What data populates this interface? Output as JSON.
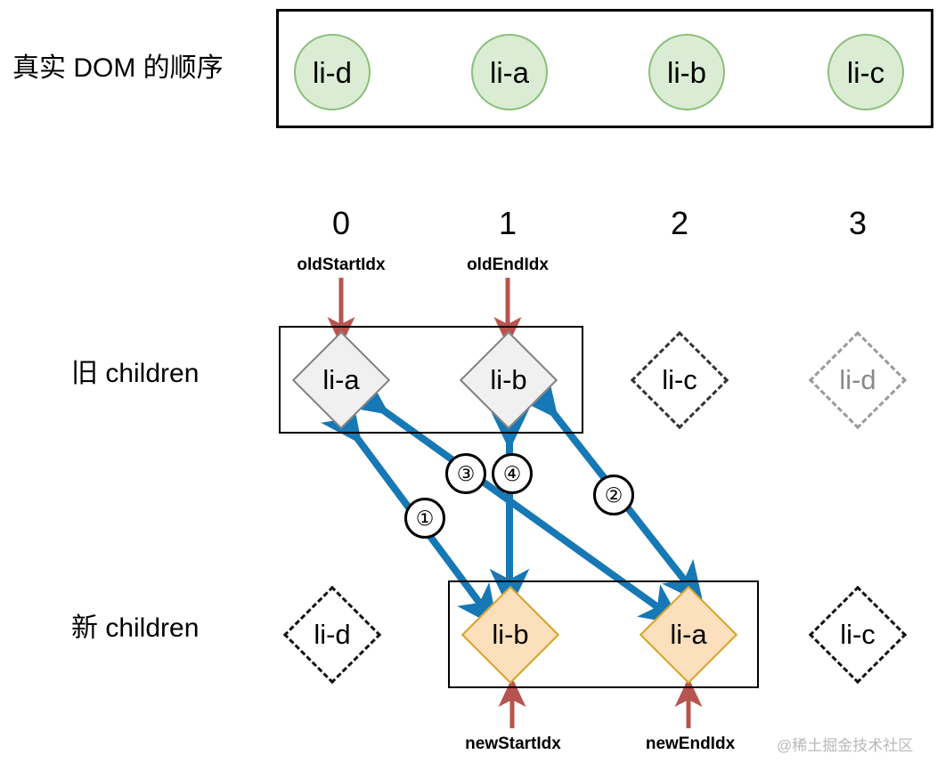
{
  "rows": {
    "dom_label": "真实 DOM 的顺序",
    "old_label": "旧 children",
    "new_label": "新 children"
  },
  "dom_order": {
    "items": [
      "li-d",
      "li-a",
      "li-b",
      "li-c"
    ]
  },
  "indices": [
    "0",
    "1",
    "2",
    "3"
  ],
  "old_children": {
    "items": [
      {
        "label": "li-a",
        "state": "active"
      },
      {
        "label": "li-b",
        "state": "active"
      },
      {
        "label": "li-c",
        "state": "ghost"
      },
      {
        "label": "li-d",
        "state": "faded"
      }
    ]
  },
  "new_children": {
    "items": [
      {
        "label": "li-d",
        "state": "ghost"
      },
      {
        "label": "li-b",
        "state": "active"
      },
      {
        "label": "li-a",
        "state": "active"
      },
      {
        "label": "li-c",
        "state": "ghost"
      }
    ]
  },
  "pointers": {
    "old_start": "oldStartIdx",
    "old_end": "oldEndIdx",
    "new_start": "newStartIdx",
    "new_end": "newEndIdx"
  },
  "steps": [
    {
      "id": "1",
      "glyph": "①",
      "from": "old li-a",
      "to": "new li-b"
    },
    {
      "id": "2",
      "glyph": "②",
      "from": "old li-b",
      "to": "new li-a"
    },
    {
      "id": "3",
      "glyph": "③",
      "from": "old li-a",
      "to": "new li-a"
    },
    {
      "id": "4",
      "glyph": "④",
      "from": "old li-b",
      "to": "new li-b"
    }
  ],
  "watermark": "@稀土掘金技术社区",
  "colors": {
    "dom_circle_fill": "#dbecd4",
    "dom_circle_stroke": "#8bbf7a",
    "old_diamond_fill": "#f0f0f0",
    "old_diamond_stroke": "#808080",
    "new_diamond_fill": "#fce0bd",
    "new_diamond_stroke": "#d6a227",
    "pointer_arrow": "#b85450",
    "compare_arrow": "#1678b5",
    "box_border": "#000000"
  }
}
